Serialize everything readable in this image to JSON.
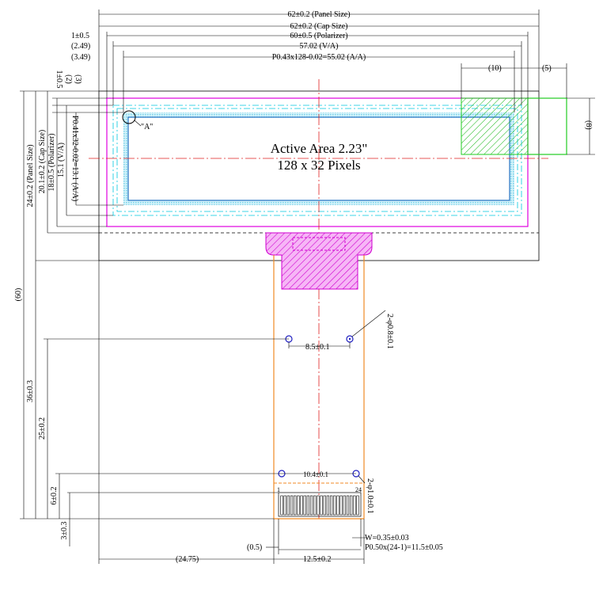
{
  "top_dims": {
    "panel_size": "62±0.2 (Panel Size)",
    "cap_size": "62±0.2 (Cap Size)",
    "polarizer": "60±0.5 (Polarizer)",
    "va": "57.02 (V/A)",
    "aa": "P0.43x128-0.02=55.02 (A/A)",
    "left_1": "1±0.5",
    "left_2": "(2.49)",
    "left_3": "(3.49)",
    "dim_10": "(10)",
    "dim_5": "(5)",
    "dim_8": "(8)"
  },
  "left_dims": {
    "v_1": "1±0.5",
    "v_2": "(2)",
    "v_3": "(3)",
    "aa_h": "P0.41x32-0.02=13.1 (A/A)",
    "va_h": "15.1 (V/A)",
    "pol_h": "18±0.5 (Polarizer)",
    "cap_h": "20.1±0.2 (Cap Size)",
    "panel_h": "24±0.2 (Panel Size)",
    "total": "(60)",
    "d36": "36±0.3",
    "d25": "25±0.2",
    "d6": "6±0.2",
    "d3": "3±0.3"
  },
  "center": {
    "active_area": "Active Area 2.23\"",
    "pixels": "128 x 32 Pixels",
    "detail_a": "\"A\"",
    "hole_pitch": "8.5±0.1",
    "hole_note": "2-φ0.8±0.1",
    "hole_pitch2": "10.4±0.1",
    "hole_note2": "2-φ1.0±0.1",
    "pin_first": "1",
    "pin_last": "24"
  },
  "bottom_dims": {
    "d2475": "(24.75)",
    "d05": "(0.5)",
    "d125": "12.5±0.2",
    "width": "W=0.35±0.03",
    "pitch": "P0.50x(24-1)=11.5±0.05"
  },
  "colors": {
    "magenta": "#e000e0",
    "cyan": "#00c8e0",
    "green": "#22cc22",
    "orange": "#f08a24",
    "blue": "#2020c0",
    "red": "#e02020"
  }
}
